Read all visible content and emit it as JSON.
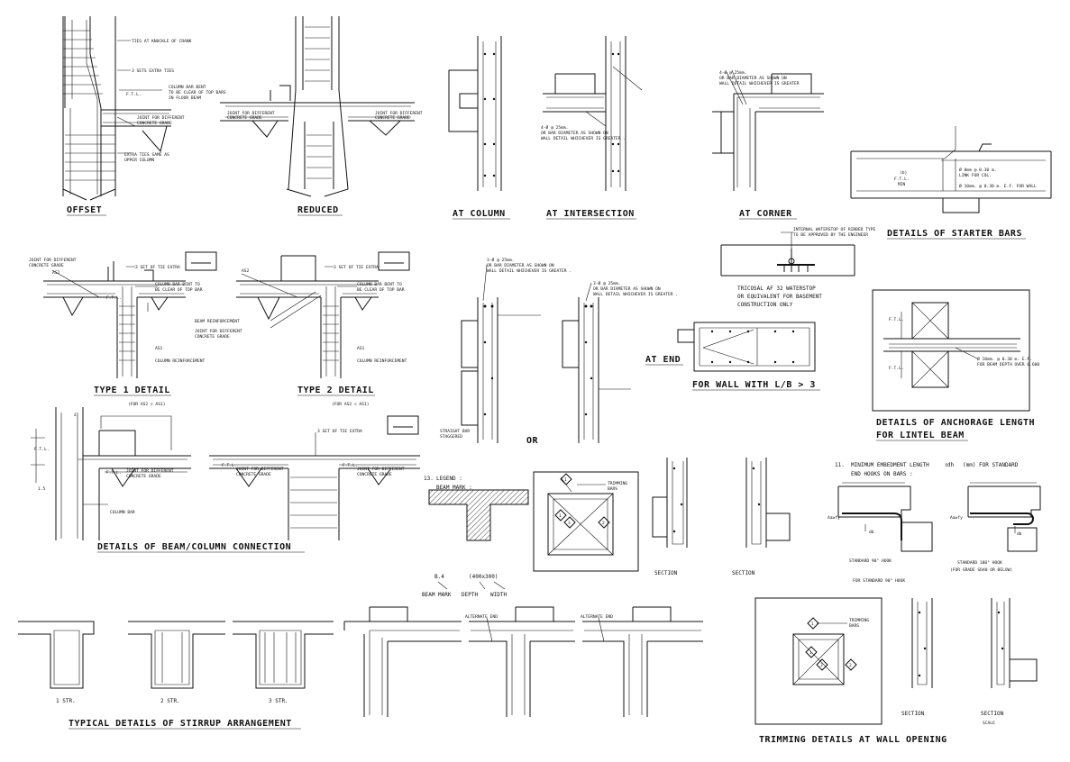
{
  "titles": {
    "offset": "OFFSET",
    "reduced": "REDUCED",
    "at_column": "AT COLUMN",
    "at_intersection": "AT INTERSECTION",
    "at_corner": "AT CORNER",
    "starter_bars": "DETAILS OF STARTER BARS",
    "type1": "TYPE 1 DETAIL",
    "type2": "TYPE 2 DETAIL",
    "at_end": "AT END",
    "wall_lb": "FOR WALL WITH L/B > 3",
    "anchorage_1": "DETAILS OF ANCHORAGE LENGTH",
    "anchorage_2": "FOR LINTEL BEAM",
    "beam_column": "DETAILS OF BEAM/COLUMN CONNECTION",
    "or": "OR",
    "stirrup": "TYPICAL DETAILS OF STIRRUP ARRANGEMENT",
    "trimming": "TRIMMING DETAILS AT WALL OPENING"
  },
  "notes": {
    "offset": [
      "TIES AT KNUCKLE OF CRANK",
      "3 SETS EXTRA TIES",
      "COLUMN BAR BENT",
      "TO BE CLEAR OF TOP BARS",
      "IN FLOOR BEAM",
      "F.T.L.",
      "JOINT FOR DIFFERENT",
      "CONCRETE GRADE",
      "EXTRA TIES SAME AS",
      "UPPER COLUMN"
    ],
    "reduced": [
      "JOINT FOR DIFFERENT",
      "CONCRETE GRADE"
    ],
    "intersection": [
      "4-Ø @ 25mm.",
      "OR BAR DIAMETER AS SHOWN ON",
      "WALL DETAIL WHICHEVER IS GREATER ."
    ],
    "corner": [
      "4-Ø @ 25mm.",
      "OR BAR DIAMETER AS SHOWN ON",
      "WALL DETAIL WHICHEVER IS GREATER"
    ],
    "starter": [
      "(b)",
      "F.T.L.",
      "MIN",
      "Ø 8mm @ 0.30 m.",
      "LINK FOR COL.",
      "Ø 10mm. @ 0.30 m. E.F. FOR WALL"
    ],
    "waterstop": [
      "INTERNAL WATERSTOP OF RIBBED TYPE",
      "TO BE APPROVED BY THE ENGINEER",
      "TRICOSAL AF 32 WATERSTOP",
      "OR EQUIVALENT FOR BASEMENT",
      "CONSTRUCTION ONLY"
    ],
    "type1": [
      "JOINT FOR DIFFERENT",
      "CONCRETE GRADE",
      "AS2",
      "3 SET OF TIE EXTRA",
      "COLUMN BAR BENT TO",
      "BE CLEAR OF TOP BAR",
      "F.T.L.",
      "AS1",
      "COLUMN REINFORCEMENT",
      "(FOR AS2 > AS1)"
    ],
    "type2": [
      "AS2",
      "3 SET OF TIE EXTRA",
      "COLUMN BAR BENT TO",
      "BE CLEAR OF TOP BAR",
      "BEAM REINFORCEMENT",
      "JOINT FOR DIFFERENT",
      "CONCRETE GRADE",
      "AS1",
      "COLUMN REINFORCEMENT",
      "(FOR AS2 < AS1)"
    ],
    "wall_mid": [
      "3-Ø @ 25mm.",
      "OR BAR DIAMETER AS SHOWN ON",
      "WALL DETAIL WHICHEVER IS GREATER .",
      "3-Ø @ 25mm.",
      "OR BAR DIAMETER AS SHOWN ON",
      "WALL DETAIL WHICHEVER IS GREATER .",
      "STRAIGHT BAR",
      "STAGGERED"
    ],
    "anchorage": [
      "F.T.L.",
      "F.T.L.",
      "Ø 10mm. @ 0.30 m. E.F.",
      "FOR BEAM DEPTH OVER 0.600"
    ],
    "beam_col": [
      "£",
      "F.T.L.",
      "1.5",
      "F.T.L.",
      "JOINT FOR DIFFERENT",
      "CONCRETE GRADE",
      "COLUMN BAR",
      "3 SET OF TIE EXTRA",
      "F.T.L.",
      "JOINT FOR DIFFERENT",
      "CONCRETE GRADE",
      "F.T.L.",
      "JOINT FOR DIFFERENT",
      "CONCRETE GRADE"
    ],
    "legend": [
      "13.",
      "LEGEND :",
      "BEAM MARK :",
      "B.4",
      "(400x300)",
      "BEAM MARK",
      "DEPTH",
      "WIDTH",
      "TRIMMING",
      "BARS"
    ],
    "sections": [
      "SECTION",
      "SECTION",
      "11.",
      "MINIMUM EMBEDMENT LENGTH",
      "ℓdh",
      "(mm) FOR STANDARD",
      "END HOOKS ON BARS :",
      "STANDARD 90° HOOK",
      "FOR STANDARD 90° HOOK",
      "STANDARD 180° HOOK",
      "(FOR GRADE SD40 OR BELOW)",
      "Aa≥fy",
      "db"
    ],
    "stirrups": [
      "1 STR.",
      "2 STR.",
      "3 STR.",
      "ALTERNATE END",
      "ALTERNATE END"
    ],
    "trimming": [
      "TRIMMING",
      "BARS",
      "SECTION",
      "SECTION",
      "SCALE"
    ],
    "markers": [
      "1",
      "2",
      "3",
      "1",
      "2",
      "3"
    ]
  }
}
